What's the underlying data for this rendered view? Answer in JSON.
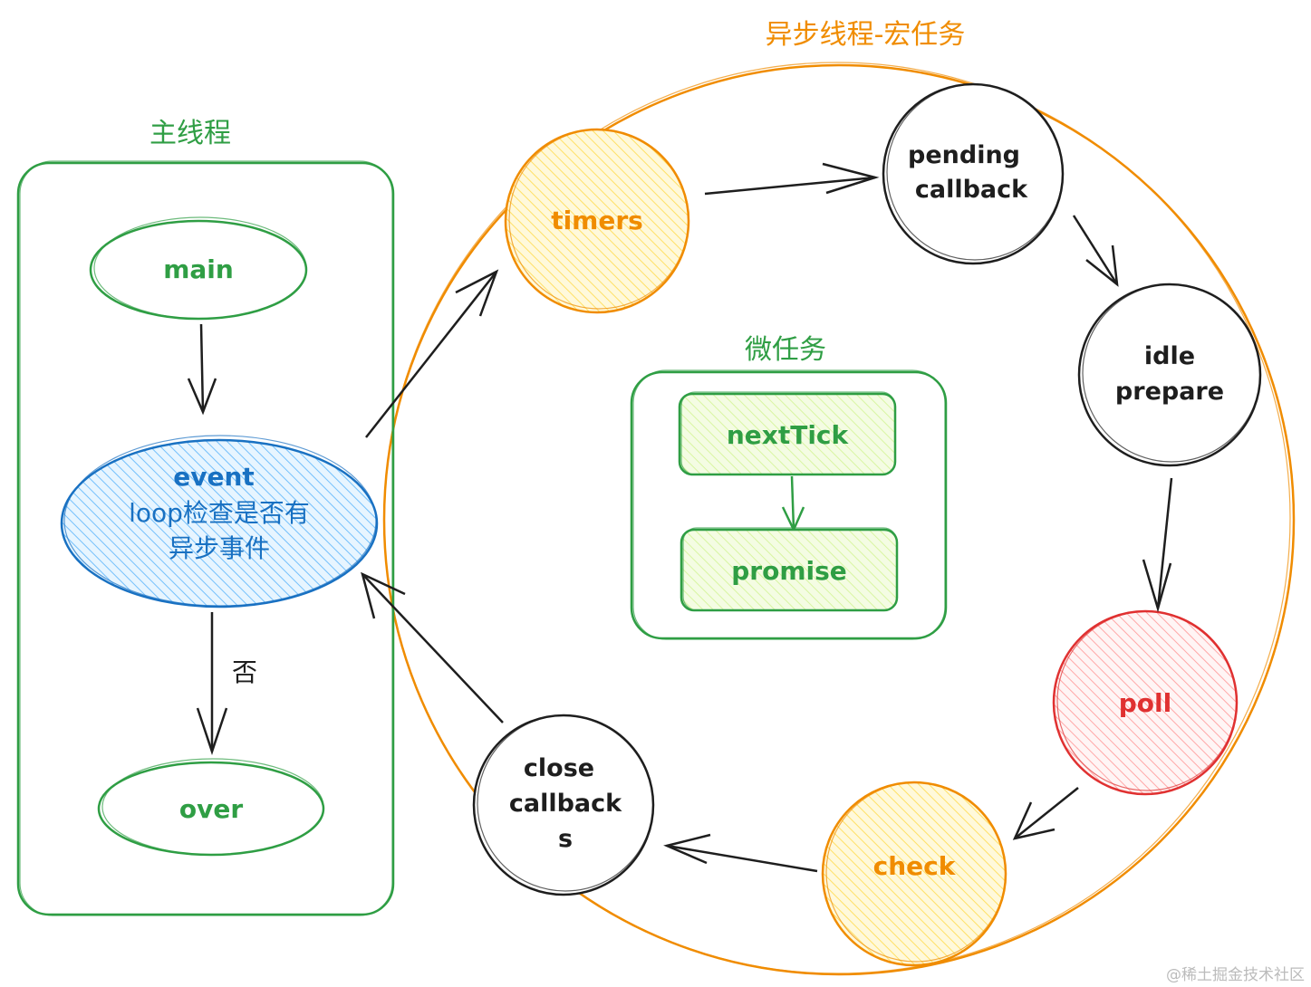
{
  "title_macro": "异步线程-宏任务",
  "title_main": "主线程",
  "title_micro": "微任务",
  "main_thread": {
    "main": "main",
    "event_line1": "event",
    "event_line2": "loop检查是否有",
    "event_line3": "异步事件",
    "no_label": "否",
    "over": "over"
  },
  "phases": {
    "timers": "timers",
    "pending_line1": "pending",
    "pending_line2": "callback",
    "idle_line1": "idle",
    "idle_line2": "prepare",
    "poll": "poll",
    "check": "check",
    "close_line1": "close",
    "close_line2": "callback",
    "close_line3": "s"
  },
  "microtasks": {
    "nextTick": "nextTick",
    "promise": "promise"
  },
  "watermark": "@稀土掘金技术社区",
  "colors": {
    "green": "#2f9e44",
    "orange": "#f08c00",
    "blue": "#1971c2",
    "red": "#e03131",
    "black": "#1e1e1e",
    "yellow_fill": "#ffec99",
    "blue_fill": "#a5d8ff",
    "red_fill": "#ffc9c9",
    "lightgreen_fill": "#d8f5a2"
  }
}
